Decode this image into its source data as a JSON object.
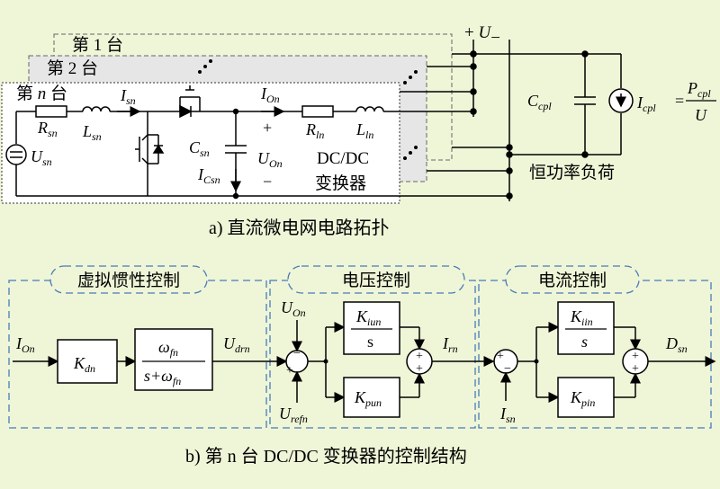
{
  "top": {
    "unit1": "第 1 台",
    "unit2": "第 2 台",
    "unitn_a": "第",
    "unitn_n": "n",
    "unitn_b": "台",
    "bus_label": "+ U−",
    "dc": "DC/DC",
    "dc2": "变换器",
    "load_title": "恒功率负荷",
    "caption": "a) 直流微电网电路拓扑",
    "labels": {
      "I": "I",
      "sn": "sn",
      "R": "R",
      "L": "L",
      "U": "U",
      "C": "C",
      "Csn": "Csn",
      "On": "On",
      "ln": "ln",
      "cpl": "cpl",
      "P": "P",
      "plus": "+",
      "minus": "−",
      "eq": "="
    }
  },
  "bottom": {
    "sec1": "虚拟惯性控制",
    "sec2": "电压控制",
    "sec3": "电流控制",
    "caption": "b) 第 n 台 DC/DC 变换器的控制结构",
    "labels": {
      "I_On": "I",
      "On": "On",
      "K": "K",
      "dn": "dn",
      "omega": "ω",
      "fn": "fn",
      "s": "s",
      "s_plus": "s+ω",
      "U": "U",
      "drn": "drn",
      "refn": "refn",
      "iun": "iun",
      "pun": "pun",
      "rn": "rn",
      "iin": "iin",
      "pin": "pin",
      "D": "D",
      "sn": "sn"
    }
  }
}
